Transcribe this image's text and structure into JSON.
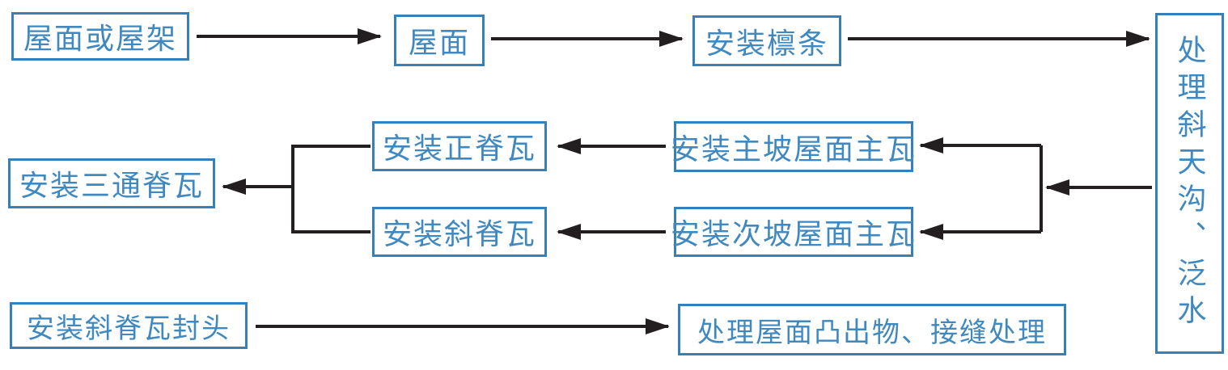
{
  "diagram": {
    "type": "flowchart",
    "nodes": {
      "roof_frame": {
        "label": "屋面或屋架"
      },
      "roof_surface": {
        "label": "屋面"
      },
      "install_purlins": {
        "label": "安装檩条"
      },
      "handle_valley_flashing": {
        "label": "处理斜天沟、泛水",
        "orientation": "vertical"
      },
      "install_main_slope_tiles": {
        "label": "安装主坡屋面主瓦"
      },
      "install_secondary_slope_tiles": {
        "label": "安装次坡屋面主瓦"
      },
      "install_main_ridge_tiles": {
        "label": "安装正脊瓦"
      },
      "install_hip_ridge_tiles": {
        "label": "安装斜脊瓦"
      },
      "install_three_way_ridge_tiles": {
        "label": "安装三通脊瓦"
      },
      "install_hip_ridge_end_caps": {
        "label": "安装斜脊瓦封头"
      },
      "handle_protrusions_seams": {
        "label": "处理屋面凸出物、接缝处理"
      }
    },
    "edges": [
      {
        "from": "roof_frame",
        "to": "roof_surface"
      },
      {
        "from": "roof_surface",
        "to": "install_purlins"
      },
      {
        "from": "install_purlins",
        "to": "handle_valley_flashing"
      },
      {
        "from": "handle_valley_flashing",
        "to": "install_main_slope_tiles"
      },
      {
        "from": "handle_valley_flashing",
        "to": "install_secondary_slope_tiles"
      },
      {
        "from": "install_main_slope_tiles",
        "to": "install_main_ridge_tiles"
      },
      {
        "from": "install_secondary_slope_tiles",
        "to": "install_hip_ridge_tiles"
      },
      {
        "from": "install_main_ridge_tiles",
        "to": "install_three_way_ridge_tiles"
      },
      {
        "from": "install_hip_ridge_tiles",
        "to": "install_three_way_ridge_tiles"
      },
      {
        "from": "install_hip_ridge_end_caps",
        "to": "handle_protrusions_seams"
      }
    ],
    "colors": {
      "box_border": "#3580b9",
      "box_text": "#3f88c0",
      "arrow": "#231f20",
      "background": "#ffffff"
    }
  }
}
